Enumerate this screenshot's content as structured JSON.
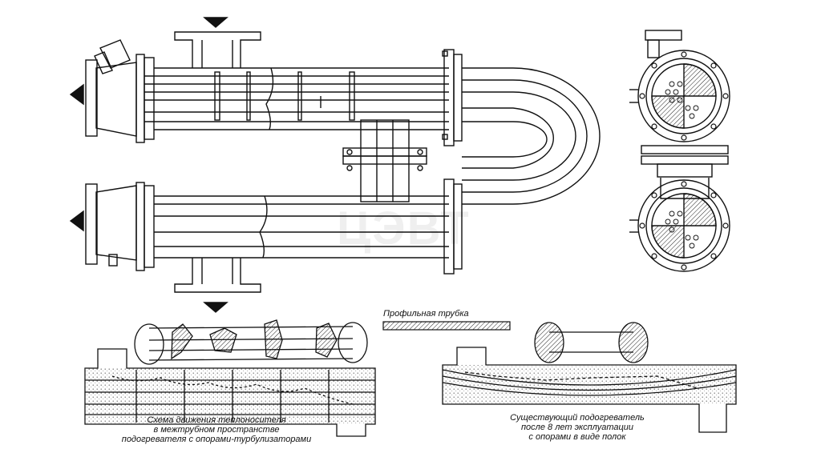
{
  "labels": {
    "profile_tube": "Профильная трубка",
    "caption_left": [
      "Схема движения теплоносителя",
      "в межтрубном пространстве",
      "подогревателя с опорами-турбулизаторами"
    ],
    "caption_right": [
      "Существующий подогреватель",
      "после 8 лет эксплуатации",
      "с опорами в виде полок"
    ]
  },
  "watermark": "ЦЭВТ",
  "colors": {
    "ink": "#111111",
    "paper": "#ffffff",
    "stipple": "#9a9a9a"
  }
}
